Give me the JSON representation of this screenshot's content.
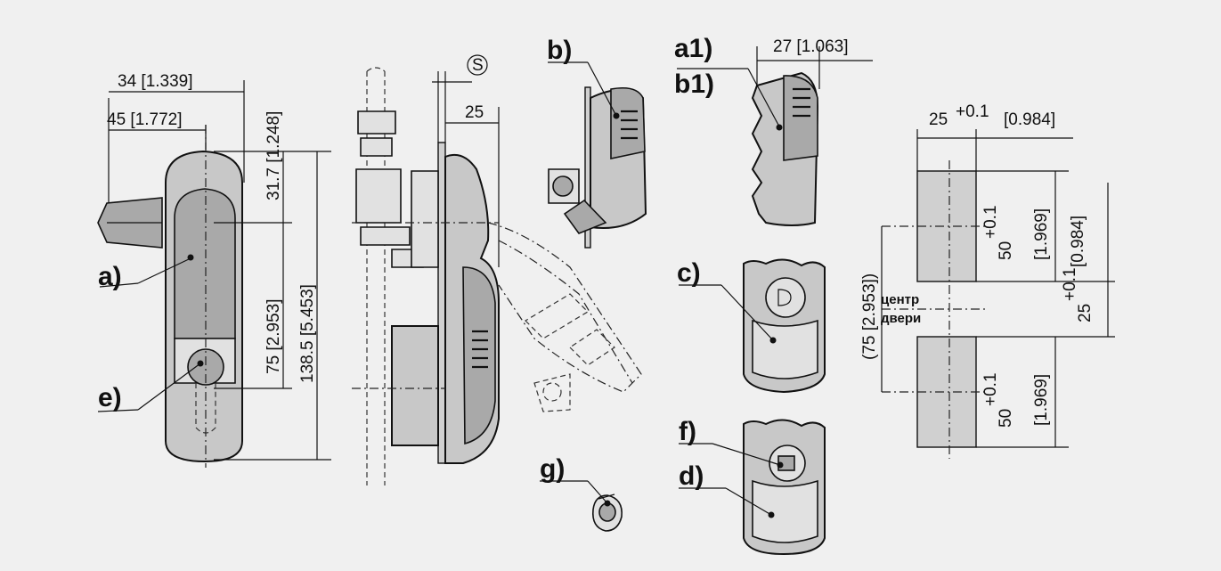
{
  "background": "#f0f0f0",
  "labels": {
    "a": "a)",
    "e": "e)",
    "b": "b)",
    "a1": "a1)",
    "b1": "b1)",
    "c": "c)",
    "d": "d)",
    "f": "f)",
    "g": "g)"
  },
  "dimensions": {
    "w34": "34 [1.339]",
    "w45": "45 [1.772]",
    "h317": "31.7 [1.248]",
    "h75": "75 [2.953]",
    "h1385": "138.5 [5.453]",
    "s_mark": "S",
    "d25": "25",
    "d27": "27 [1.063]",
    "c25": "25",
    "c25_tol": "+0.1",
    "c25_in": "[0.984]",
    "c50a": "50",
    "c50a_tol": "+0.1",
    "c50a_in": "[1.969]",
    "v25": "25",
    "v25_tol": "+0.1",
    "v25_in": "[0.984]",
    "c75": "(75 [2.953])",
    "c50b": "50",
    "c50b_tol": "+0.1",
    "c50b_in": "[1.969]"
  },
  "center_label": {
    "line1": "центр",
    "line2": "двери"
  }
}
